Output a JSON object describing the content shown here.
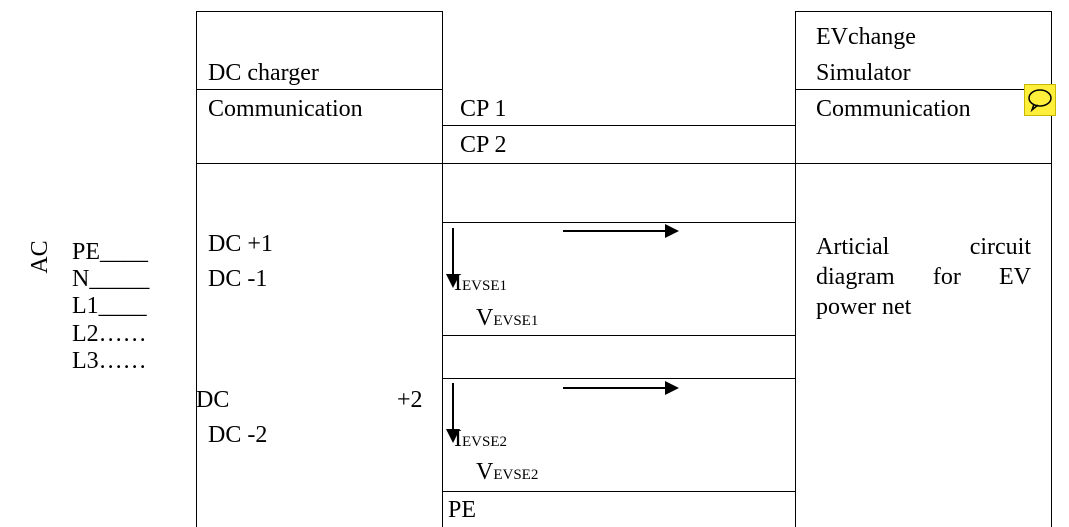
{
  "side_label": "AC",
  "ac_lines": [
    "PE____",
    "N_____",
    "L1____",
    "L2……",
    "L3……"
  ],
  "charger": {
    "title": "DC charger",
    "communication": "Communication",
    "dc_plus_1": "DC +1",
    "dc_minus_1": "DC -1",
    "dc_plus_2_left": "DC",
    "dc_plus_2_right": "+2",
    "dc_minus_2": "DC -2"
  },
  "middle": {
    "cp1": "CP 1",
    "cp2": "CP 2",
    "i1_main": "I",
    "i1_sub": "EVSE1",
    "v1_main": "V",
    "v1_sub": "EVSE1",
    "i2_main": "I",
    "i2_sub": "EVSE2",
    "v2_main": "V",
    "v2_sub": "EVSE2",
    "pe": "PE"
  },
  "simulator": {
    "title_line1": "EVchange",
    "title_line2": "Simulator",
    "communication": "Communication",
    "description": "Articial circuit diagram for EV power net"
  }
}
